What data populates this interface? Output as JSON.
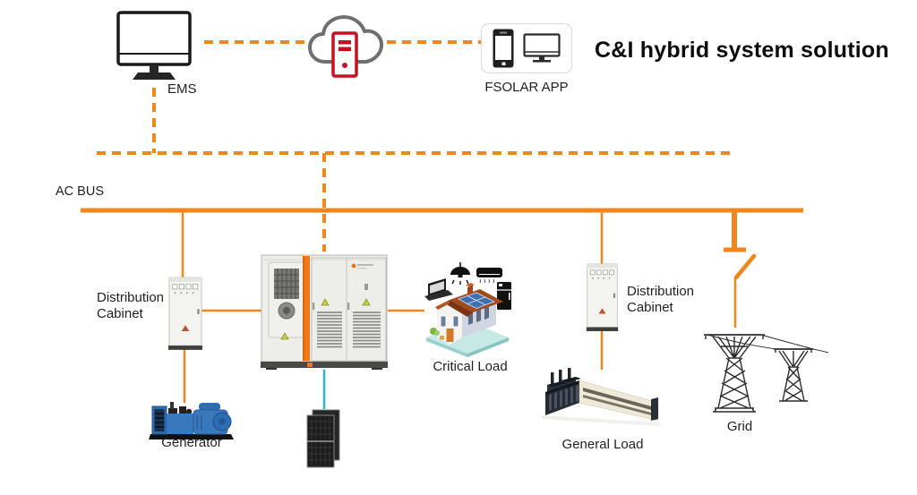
{
  "title": "C&I hybrid system solution",
  "colors": {
    "accent-orange": "#F0861E",
    "pv-line-blue": "#2FB3DC",
    "server-red": "#C41220",
    "cloud-gray": "#6F6F6F",
    "label-dark": "#1F1F1F"
  },
  "labels": {
    "ems": "EMS",
    "fsolar_app": "FSOLAR APP",
    "ac_bus": "AC BUS",
    "distribution_cabinet_left": "Distribution Cabinet",
    "distribution_cabinet_right": "Distribution Cabinet",
    "critical_load": "Critical Load",
    "generator": "Generator",
    "general_load": "General Load",
    "grid": "Grid"
  },
  "icons": {
    "ems": "desktop-monitor-icon",
    "cloud": "cloud-server-icon",
    "fsolar_app": [
      "smartphone-icon",
      "desktop-monitor-icon"
    ],
    "distribution_cabinet": "electrical-cabinet-icon",
    "ess": "battery-storage-cabinet-icon",
    "critical_load": "house-with-appliances-icon",
    "generator": "diesel-generator-icon",
    "pv": "solar-panel-icon",
    "general_load": "factory-icon",
    "grid": "transmission-towers-icon"
  }
}
